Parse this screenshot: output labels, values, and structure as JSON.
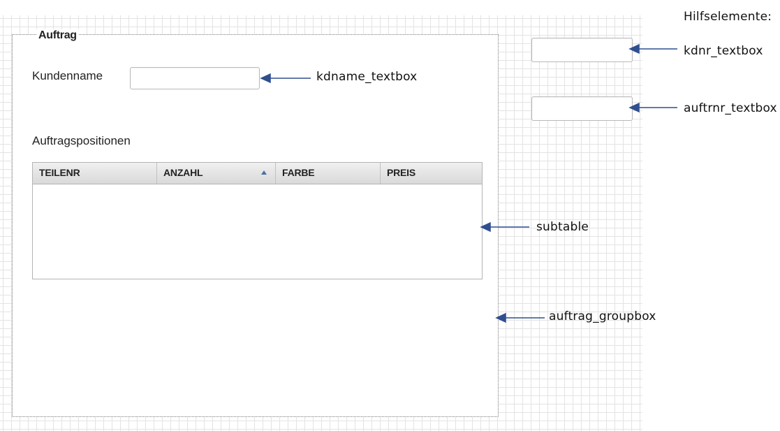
{
  "groupbox": {
    "title": "Auftrag"
  },
  "form": {
    "customer_label": "Kundenname",
    "customer_value": "",
    "positions_label": "Auftragspositionen"
  },
  "table": {
    "columns": [
      "TEILENR",
      "ANZAHL",
      "FARBE",
      "PREIS"
    ],
    "sorted_column": "ANZAHL",
    "sort_direction": "ascending",
    "rows": []
  },
  "helpers": {
    "title": "Hilfselemente:",
    "kdnr_value": "",
    "auftrnr_value": ""
  },
  "annotations": {
    "kdname": "kdname_textbox",
    "kdnr": "kdnr_textbox",
    "auftrnr": "auftrnr_textbox",
    "subtable": "subtable",
    "groupbox": "auftrag_groupbox"
  },
  "colors": {
    "arrow": "#2f4f8f",
    "grid": "#e3e3e3"
  }
}
